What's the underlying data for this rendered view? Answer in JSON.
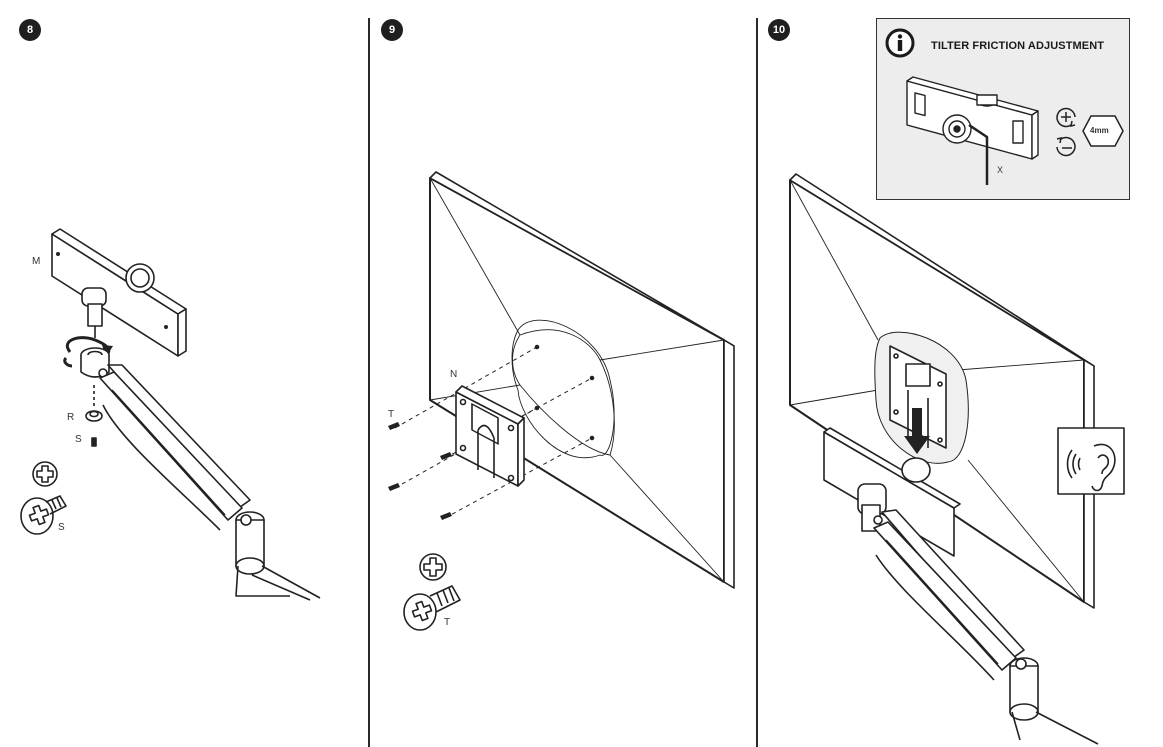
{
  "steps": [
    {
      "number": "8",
      "labels": {
        "m": "M",
        "r": "R",
        "s": "S",
        "s2": "S"
      }
    },
    {
      "number": "9",
      "labels": {
        "n": "N",
        "t": "T",
        "t2": "T"
      }
    },
    {
      "number": "10"
    }
  ],
  "info_box": {
    "title": "TILTER FRICTION ADJUSTMENT",
    "x_label": "X",
    "wrench_size": "4mm",
    "icons": [
      "info-icon",
      "plus-rotate-icon",
      "minus-rotate-icon",
      "hex-key-icon"
    ]
  },
  "icons": [
    "phillips-screwdriver-icon",
    "screw-icon",
    "ear-click-icon",
    "rotate-arrow-icon",
    "down-arrow-icon"
  ],
  "colors": {
    "line": "#222222",
    "panel": "#ededed",
    "badge": "#1f1f1f"
  }
}
